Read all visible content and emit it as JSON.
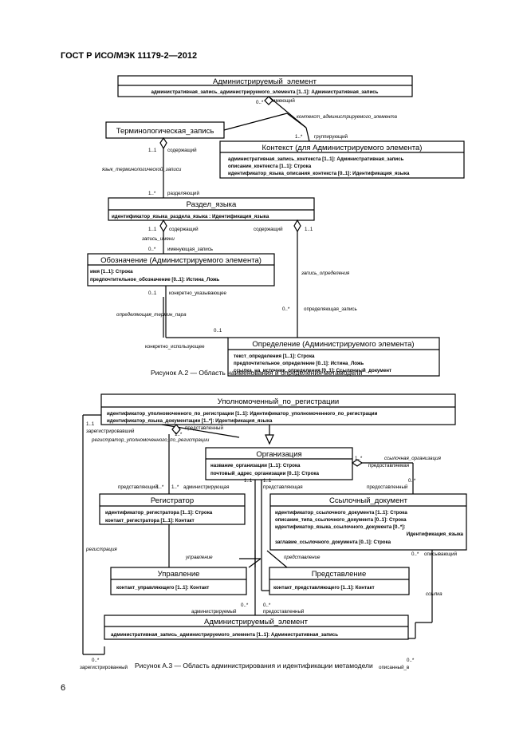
{
  "header": {
    "title": "ГОСТ Р ИСО/МЭК 11179-2—2012",
    "page_number": "6"
  },
  "figure_a2": {
    "caption": "Рисунок А.2 — Область наименования и определения метамодели",
    "classes": {
      "admin": {
        "title": "Администрируемый_элемент",
        "attrs": [
          "административная_запись_администрируемого_элемента [1..1]: Административная_запись"
        ]
      },
      "term": {
        "title": "Терминологическая_запись",
        "attrs": []
      },
      "context": {
        "title": "Контекст (для Администрируемого элемента)",
        "attrs": [
          "административная_запись_контекста [1..1]: Административная_запись",
          "описание_контекста [1..1]: Строка",
          "идентификатор_языка_описания_контекста [0..1]: Идентификация_языка"
        ]
      },
      "lang": {
        "title": "Раздел_языка",
        "attrs": [
          "идентификатор_языка_раздела_языка : Идентификация_языка"
        ]
      },
      "desig": {
        "title": "Обозначение (Администрируемого элемента)",
        "attrs": [
          "имя [1..1]: Строка",
          "предпочтительное_обозначение [0..1]: Истина_Ложь"
        ]
      },
      "defn": {
        "title": "Определение (Администрируемого элемента)",
        "attrs": [
          "текст_определения [1..1]: Строка",
          "предпочтительное_определение [0..1]: Истина_Ложь",
          "ссылка_на_источник_определения [0..1]: Ссылочный_документ"
        ]
      }
    },
    "labels": {
      "m1": "0..*",
      "r1": "имеющий",
      "a1": "контекст_администрируемого_элемента",
      "m2": "1..*",
      "r2": "группирующий",
      "m3": "1..1",
      "r3": "содержащий",
      "a2": "язык_терминологической_записи",
      "m4": "1..*",
      "r4": "разделяющий",
      "m5": "1..1",
      "r5": "содержащий",
      "m6": "1..1",
      "r6": "содержащий",
      "a3": "запись_имени",
      "m7": "0..*",
      "r7": "именующая_запись",
      "a4": "запись_определения",
      "m8": "0..1",
      "r8": "конкретно_указывающее",
      "a5": "определяющая_термин_пара",
      "m9": "0..*",
      "r9": "определяющая_запись",
      "m10": "0..1",
      "r10": "конкретно_использующее"
    }
  },
  "figure_a3": {
    "caption": "Рисунок А.3 — Область администрирования и идентификации метамодели",
    "classes": {
      "regauth": {
        "title": "Уполномоченный_по_регистрации",
        "attrs": [
          "идентификатор_уполномоченного_по_регистрации [1..1]: Идентификатор_уполномоченного_по_регистрации",
          "идентификатор_языка_документации [1..*]: Идентификация_языка"
        ]
      },
      "org": {
        "title": "Организация",
        "attrs": [
          "название_организации [1..1]: Строка",
          "почтовый_адрес_организации [0..1]: Строка"
        ]
      },
      "registrar": {
        "title": "Регистратор",
        "attrs": [
          "идентификатор_регистратора [1..1]: Строка",
          "контакт_регистратора [1..1]: Контакт"
        ]
      },
      "refdoc": {
        "title": "Ссылочный_документ",
        "attrs": [
          "идентификатор_ссылочного_документа [1..1]: Строка",
          "описание_типа_ссылочного_документа [0..1]: Строка",
          "идентификатор_языка_ссылочного_документа [0..*]:",
          "Идентификация_языка",
          "заглавие_ссылочного_документа [0..1]: Строка"
        ]
      },
      "steward": {
        "title": "Управление",
        "attrs": [
          "контакт_управляющего [1..1]: Контакт"
        ]
      },
      "submit": {
        "title": "Представление",
        "attrs": [
          "контакт_представляющего [1..1]: Контакт"
        ]
      },
      "admin": {
        "title": "Администрируемый_элемент",
        "attrs": [
          "административная_запись_администрируемого_элемента [1..1]: Административная_запись"
        ]
      }
    },
    "labels": {
      "m1": "1..1",
      "r1": "представленный",
      "a1": "регистратор_уполномоченного_по_регистрации",
      "m2": "1..*",
      "r2": "зарегистрировавший",
      "m3": "1..*",
      "r3": "предоставляемая",
      "a2": "ссылочная_организация",
      "m4": "1..*",
      "r4": "представляющий",
      "m5": "1..*",
      "r5": "администрирующая",
      "m6": "1..1",
      "r6": "представляющая",
      "m7": "1..1",
      "m8": "0..*",
      "r8": "предоставленный",
      "a3": "регистрация",
      "a4": "управление",
      "a5": "представление",
      "m9": "0..*",
      "r9": "описывающий",
      "a6": "ссылка",
      "m10": "0..*",
      "r10": "администрируемый",
      "m11": "0..*",
      "r11": "предоставленный",
      "m12": "0..*",
      "r12": "зарегистрированный",
      "m13": "0..*",
      "r13": "описанный_в"
    }
  }
}
